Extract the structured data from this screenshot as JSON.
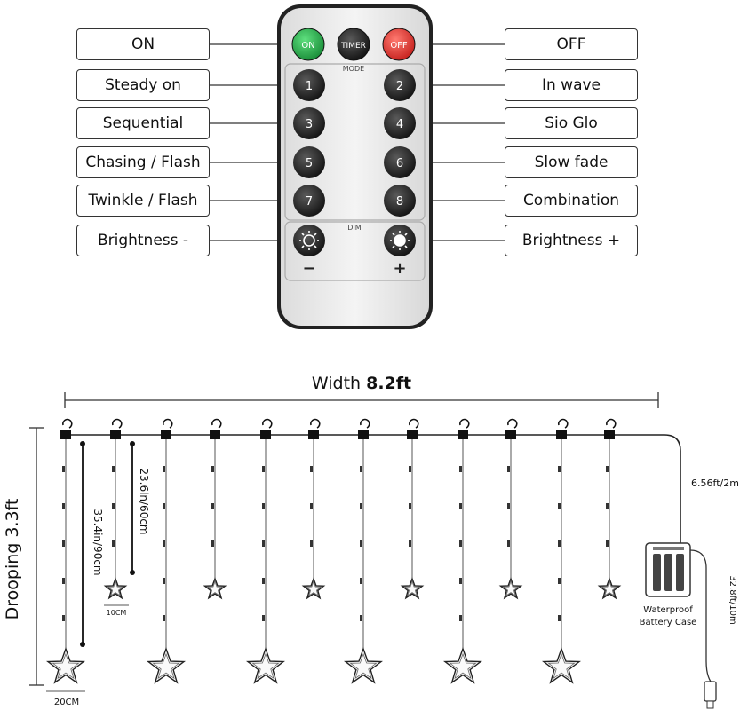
{
  "remote": {
    "on_button": "ON",
    "timer_button": "TIMER",
    "off_button": "OFF",
    "mode_label": "MODE",
    "dim_label": "DIM",
    "minus_label": "−",
    "plus_label": "+",
    "number_buttons": [
      "1",
      "2",
      "3",
      "4",
      "5",
      "6",
      "7",
      "8"
    ],
    "colors": {
      "on": "#22b14c",
      "off": "#e8322f",
      "timer": "#3a3a3a",
      "body": "#eeeeee"
    }
  },
  "labels_left": [
    "ON",
    "Steady on",
    "Sequential",
    "Chasing / Flash",
    "Twinkle / Flash",
    "Brightness -"
  ],
  "labels_right": [
    "OFF",
    "In wave",
    "Sio Glo",
    "Slow fade",
    "Combination",
    "Brightness +"
  ],
  "curtain": {
    "width_prefix": "Width ",
    "width_value": "8.2ft",
    "drooping": "Drooping 3.3ft",
    "long_strand": "35.4in/90cm",
    "short_strand": "23.6in/60cm",
    "small_star_size": "10CM",
    "big_star_size": "20CM",
    "lead_wire": "6.56ft/2m",
    "usb_wire": "32.8ft/10m",
    "battery_case_line1": "Waterproof",
    "battery_case_line2": "Battery Case"
  }
}
